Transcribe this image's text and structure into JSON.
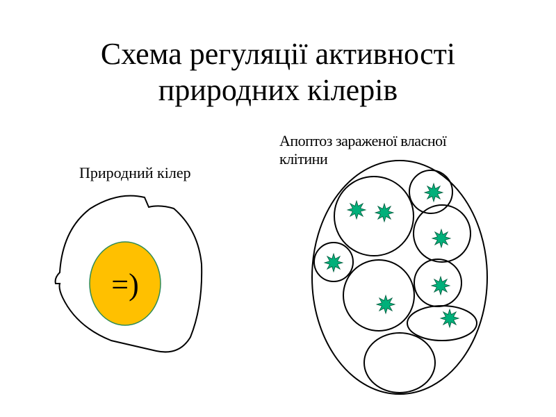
{
  "title": {
    "line1": "Схема регуляції активності",
    "line2": "природних кілерів"
  },
  "natural_killer": {
    "label": "Природний кілер",
    "nucleus_text": "=)",
    "nucleus_color": "#ffc000"
  },
  "apoptosis": {
    "label_line1": "Апоптоз зараженої власної",
    "label_line2": "клітини"
  },
  "virus_color": "#00b07a"
}
